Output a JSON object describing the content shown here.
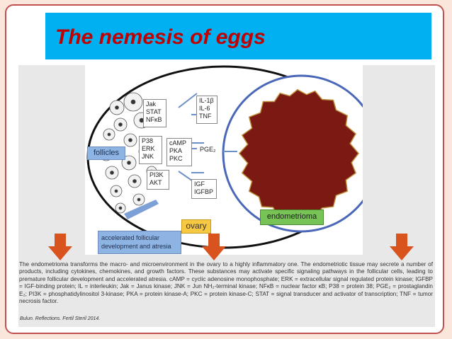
{
  "slide": {
    "title": "The nemesis of eggs"
  },
  "figure": {
    "pathway_boxes": {
      "box1": [
        "Jak",
        "STAT",
        "NFκB"
      ],
      "box2": [
        "P38",
        "ERK",
        "JNK"
      ],
      "box3": [
        "PI3K",
        "AKT"
      ],
      "box4": [
        "cAMP",
        "PKA",
        "PKC"
      ],
      "box5": [
        "IL-1β",
        "IL-6",
        "TNF"
      ],
      "box6": [
        "IGF",
        "IGFBP"
      ]
    },
    "pge_label": "PGE₂",
    "follicles_label": "follicles",
    "ovary_label": "ovary",
    "endometrioma_label": "endometrioma",
    "accelerated_label": "accelerated follicular development and atresia"
  },
  "caption": {
    "text": "The endometrioma transforms the macro- and microenvironment in the ovary to a highly inflammatory one. The endometriotic tissue may secrete a number of products, including cytokines, chemokines, and growth factors. These substances may activate specific signaling pathways in the follicular cells, leading to premature follicular development and accelerated atresia. cAMP = cyclic adenosine monophosphate; ERK = extracellular signal regulated protein kinase; IGFBP = IGF-binding protein; IL = interleukin; Jak = Janus kinase; JNK = Jun NH₂-terminal kinase; NFκB = nuclear factor κB; P38 = protein 38; PGE₂ = prostaglandin E₂; PI3K = phosphatidylinositol 3-kinase; PKA = protein kinase-A; PKC = protein kinase-C; STAT = signal transducer and activator of transcription; TNF = tumor necrosis factor.",
    "citation": "Bulun. Reflections. Fertil Steril 2014."
  },
  "colors": {
    "title": "#c00000",
    "title_bar": "#00b0f0",
    "arrow": "#d9531e",
    "endometrioma": "#7a1a12"
  }
}
